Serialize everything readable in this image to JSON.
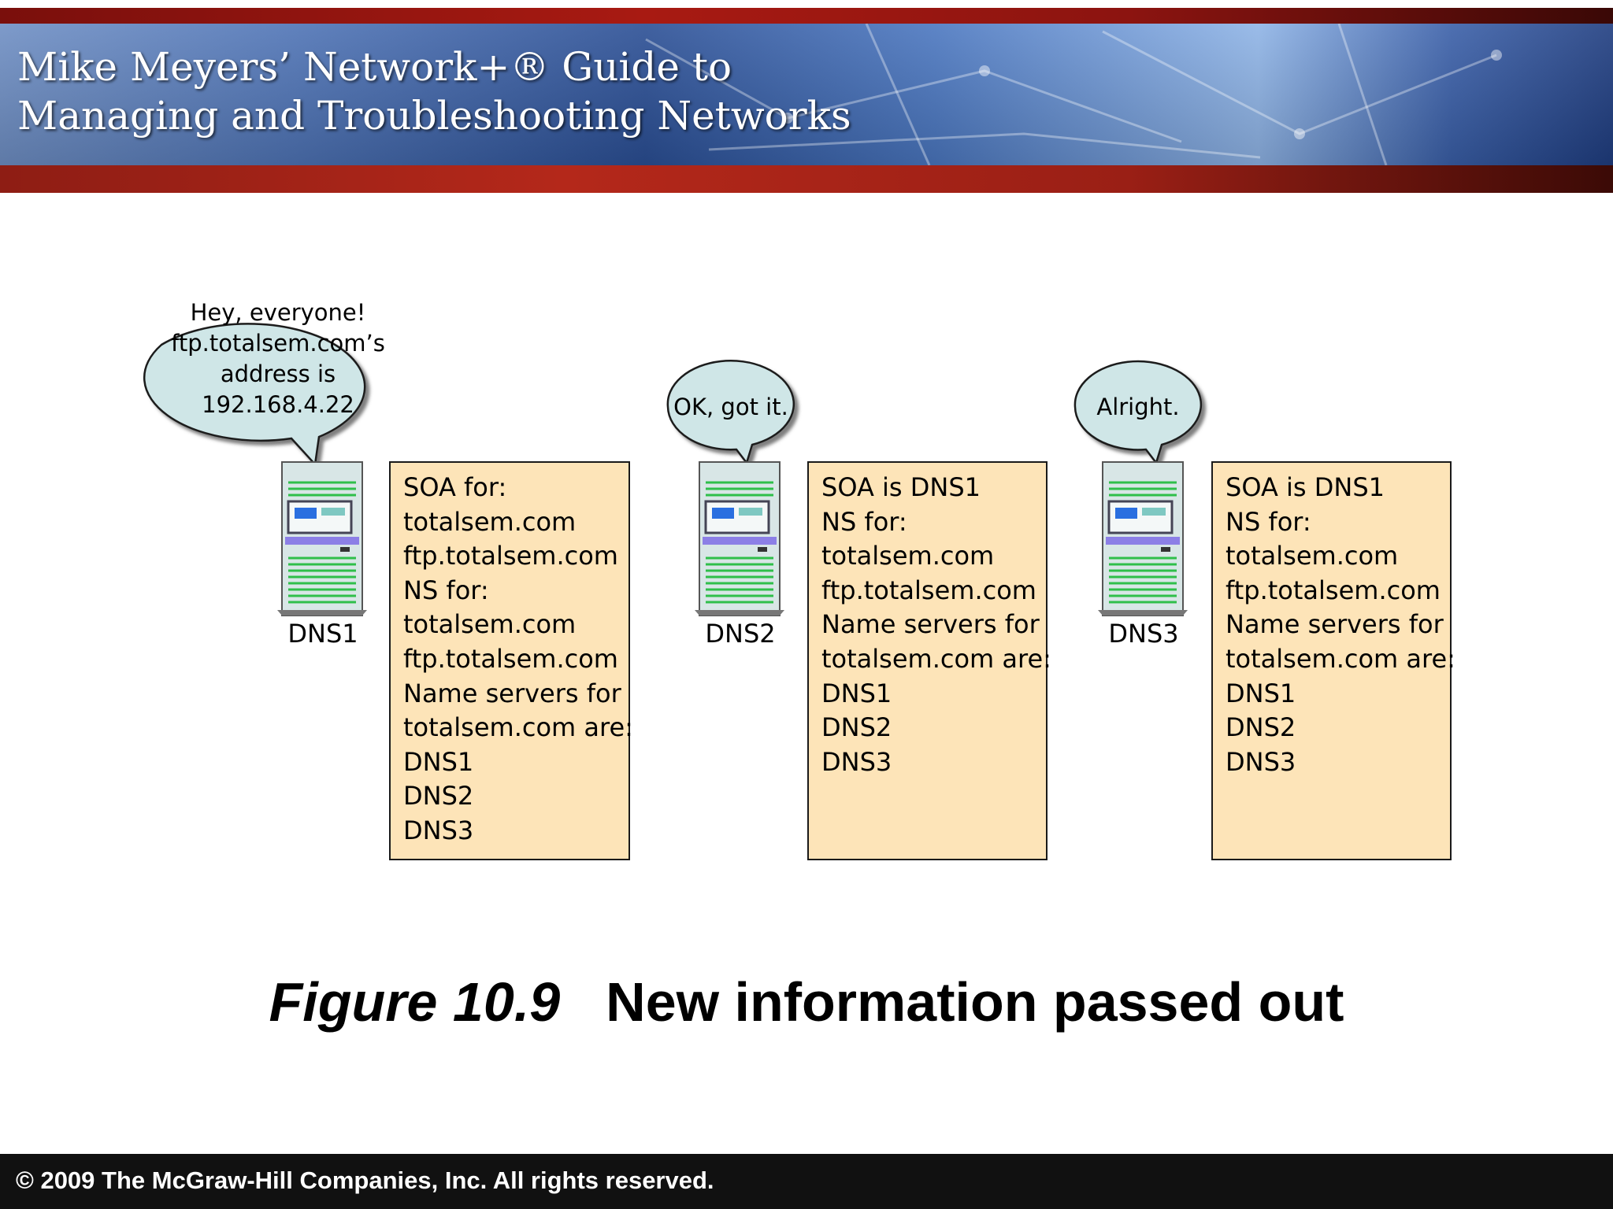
{
  "header": {
    "title_line1": "Mike Meyers’ Network+® Guide to",
    "title_line2": "Managing and Troubleshooting Networks"
  },
  "diagram": {
    "servers": [
      {
        "label": "DNS1",
        "speech": [
          "Hey, everyone!",
          "ftp.totalsem.com’s",
          "address is",
          "192.168.4.22"
        ],
        "info": [
          "SOA for:",
          "totalsem.com",
          "ftp.totalsem.com",
          "NS for:",
          "totalsem.com",
          "ftp.totalsem.com",
          "Name servers for",
          "totalsem.com are:",
          "DNS1",
          "DNS2",
          "DNS3"
        ]
      },
      {
        "label": "DNS2",
        "speech": [
          "OK, got it."
        ],
        "info": [
          "SOA is DNS1",
          "NS for:",
          "totalsem.com",
          "ftp.totalsem.com",
          "Name servers for",
          "totalsem.com are:",
          "DNS1",
          "DNS2",
          "DNS3"
        ]
      },
      {
        "label": "DNS3",
        "speech": [
          "Alright."
        ],
        "info": [
          "SOA is DNS1",
          "NS for:",
          "totalsem.com",
          "ftp.totalsem.com",
          "Name servers for",
          "totalsem.com are:",
          "DNS1",
          "DNS2",
          "DNS3"
        ]
      }
    ]
  },
  "caption": {
    "figure_number": "Figure 10.9",
    "text": "New information passed out"
  },
  "footer": {
    "copyright": "© 2009 The McGraw-Hill Companies, Inc. All rights reserved."
  },
  "colors": {
    "info_box_fill": "#fde4b8",
    "bubble_fill": "#cfe6e7",
    "server_body": "#d8e6e6",
    "server_stripes": "#2fbf4a",
    "server_band": "#8c7fe6"
  }
}
